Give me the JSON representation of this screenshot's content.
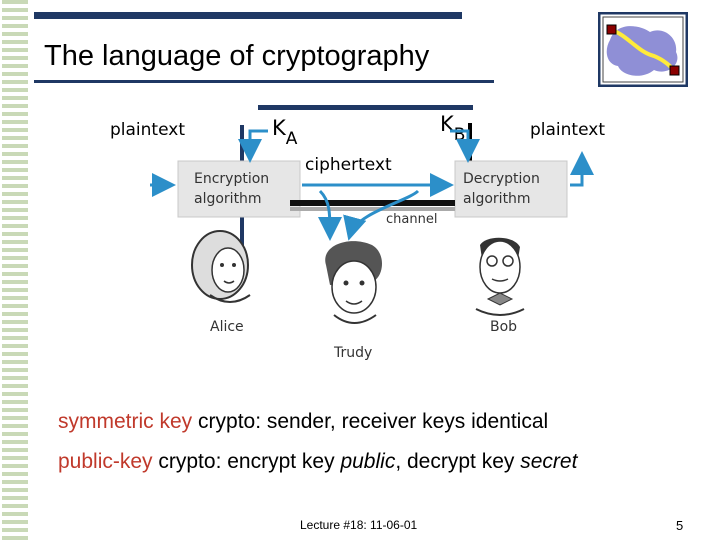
{
  "slide": {
    "title": "The language of cryptography",
    "plaintext_left": "plaintext",
    "plaintext_right": "plaintext",
    "key_a": "K",
    "key_a_sub": "A",
    "key_b": "K",
    "key_b_sub": "B",
    "ciphertext": "ciphertext",
    "bullet1": {
      "term": "symmetric key",
      "rest": " crypto: sender, receiver keys identical"
    },
    "bullet2": {
      "term": "public-key",
      "mid": " crypto: encrypt key ",
      "public": "public",
      "mid2": ", decrypt key ",
      "secret": "secret"
    },
    "footer": "Lecture #18: 11-06-01",
    "page_number": "5"
  },
  "diagram": {
    "encryption_line1": "Encryption",
    "encryption_line2": "algorithm",
    "decryption_line1": "Decryption",
    "decryption_line2": "algorithm",
    "channel": "channel",
    "alice": "Alice",
    "bob": "Bob",
    "trudy": "Trudy"
  },
  "colors": {
    "accent": "#1f3864",
    "highlight": "#c0392b",
    "arrow_blue": "#2c8fc9"
  }
}
